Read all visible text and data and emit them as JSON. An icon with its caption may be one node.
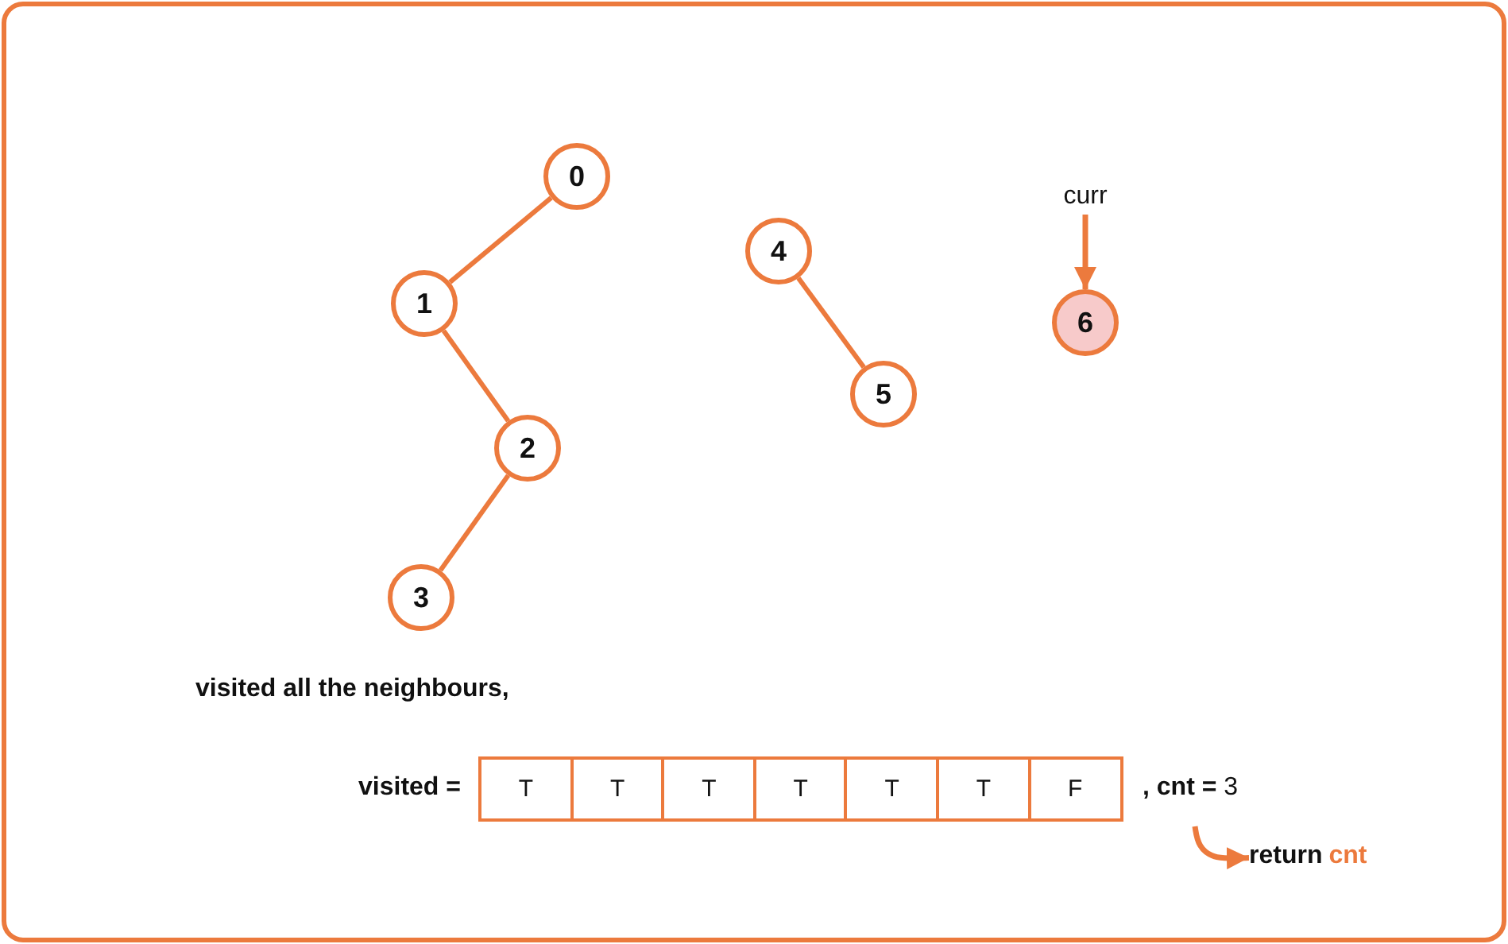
{
  "diagram": {
    "nodes": [
      {
        "text": [
          "0"
        ]
      },
      {
        "text": [
          "1"
        ]
      },
      {
        "text": [
          "2"
        ]
      },
      {
        "text": [
          "3"
        ]
      },
      {
        "text": [
          "4"
        ]
      },
      {
        "text": [
          "5"
        ]
      },
      {
        "text": [
          "6"
        ]
      },
      {
        "text": [
          "curr"
        ]
      },
      {
        "text": [
          "T"
        ]
      },
      {
        "text": [
          "T"
        ]
      },
      {
        "text": [
          "T"
        ]
      },
      {
        "text": [
          "T"
        ]
      },
      {
        "text": [
          "T"
        ]
      },
      {
        "text": [
          "T"
        ]
      },
      {
        "text": [
          "F"
        ]
      },
      {
        "text": [
          "return",
          "cnt"
        ]
      }
    ],
    "edges": [
      {
        "from": 0,
        "to": 1,
        "arrow": "none"
      },
      {
        "from": 1,
        "to": 2,
        "arrow": "none"
      },
      {
        "from": 2,
        "to": 3,
        "arrow": "none"
      },
      {
        "from": 4,
        "to": 5,
        "arrow": "none"
      },
      {
        "from": 7,
        "to": 6,
        "arrow": "to"
      },
      {
        "from": null,
        "to": 15,
        "arrow": "to"
      }
    ],
    "labels": [
      "visited all the neighbours,",
      "visited =",
      "**, cnt =** 3"
    ]
  }
}
